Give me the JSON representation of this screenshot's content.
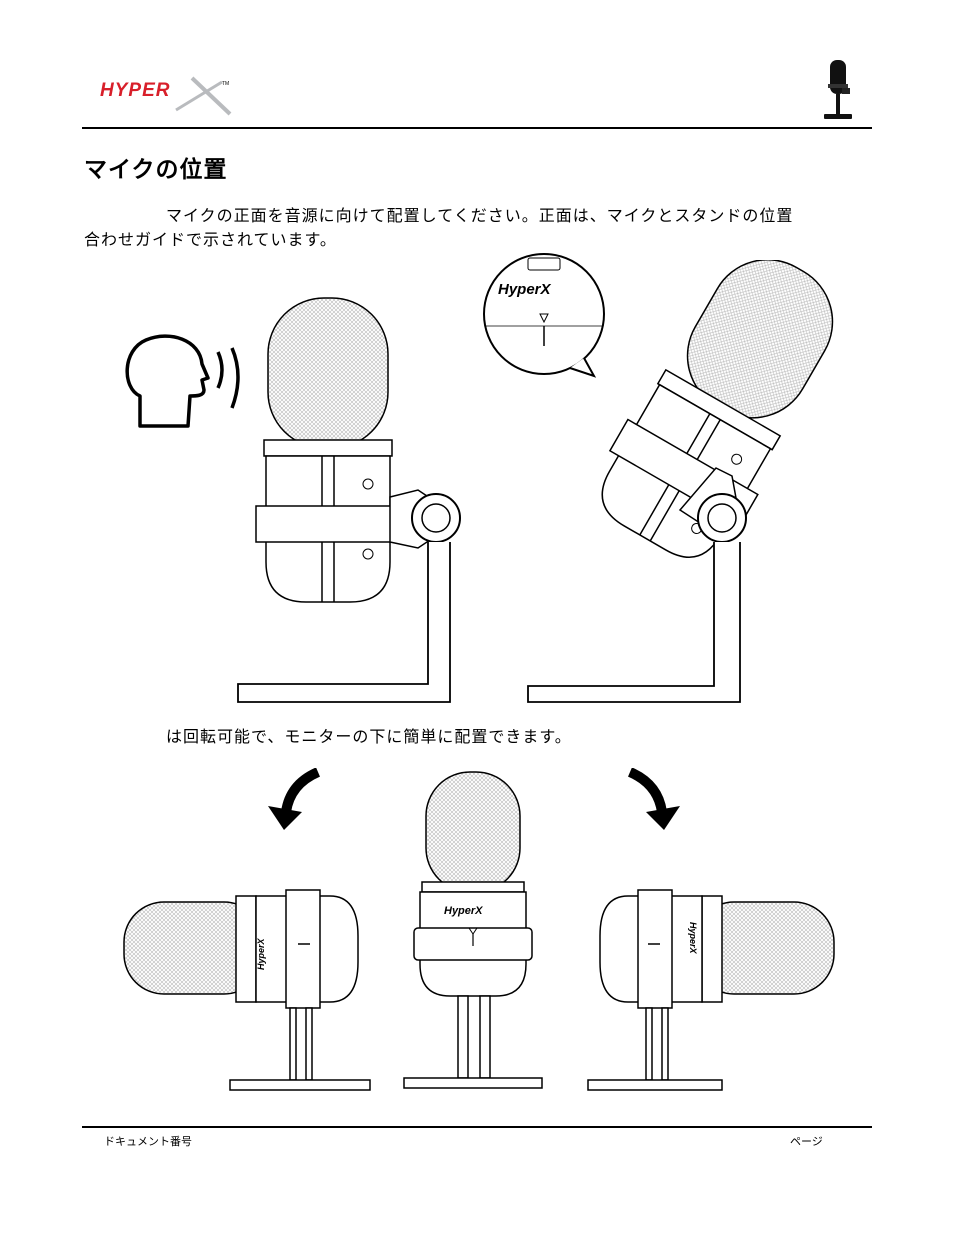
{
  "header": {
    "brand": "HyperX",
    "trademark": "TM",
    "product_icon": "microphone-icon"
  },
  "section": {
    "title": "マイクの位置"
  },
  "body": {
    "para1_line1": "マイクの正面を音源に向けて配置してください。正面は、マイクとスタンドの位置",
    "para1_line2": "合わせガイドで示されています。",
    "para2": "は回転可能で、モニターの下に簡単に配置できます。"
  },
  "illustrations": {
    "callout_brand": "HyperX",
    "mic_front_brand": "HyperX",
    "mic_side_brand": "HyperX"
  },
  "footer": {
    "doc_number_label": "ドキュメント番号",
    "page_label": "ページ"
  }
}
